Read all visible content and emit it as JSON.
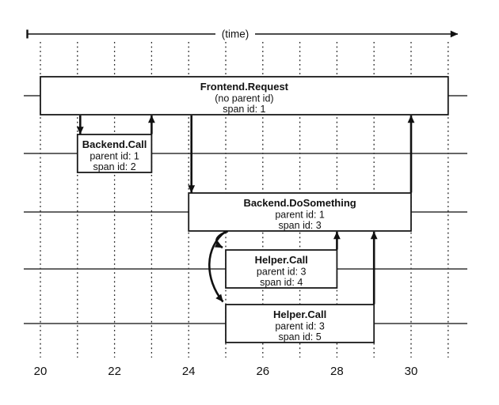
{
  "diagram": {
    "title_semantic": "trace-span-timeline",
    "axis": {
      "label": "(time)",
      "gridline_times": [
        20,
        21,
        22,
        23,
        24,
        25,
        26,
        27,
        28,
        29,
        30,
        31
      ],
      "tick_times": [
        20,
        22,
        24,
        26,
        28,
        30
      ],
      "tick_labels": [
        "20",
        "22",
        "24",
        "26",
        "28",
        "30"
      ]
    },
    "spans": [
      {
        "key": "frontend-request",
        "title": "Frontend.Request",
        "parent_line": "(no parent id)",
        "span_line": "span id: 1",
        "start": 20,
        "end": 31,
        "lane": 0
      },
      {
        "key": "backend-call",
        "title": "Backend.Call",
        "parent_line": "parent id: 1",
        "span_line": "span id: 2",
        "start": 21,
        "end": 23,
        "lane": 1
      },
      {
        "key": "backend-dosomething",
        "title": "Backend.DoSomething",
        "parent_line": "parent id: 1",
        "span_line": "span id: 3",
        "start": 24,
        "end": 30,
        "lane": 2
      },
      {
        "key": "helper-call-4",
        "title": "Helper.Call",
        "parent_line": "parent id: 3",
        "span_line": "span id: 4",
        "start": 25,
        "end": 28,
        "lane": 3
      },
      {
        "key": "helper-call-5",
        "title": "Helper.Call",
        "parent_line": "parent id: 3",
        "span_line": "span id: 5",
        "start": 25,
        "end": 29,
        "lane": 4
      }
    ],
    "arrows": [
      {
        "kind": "call",
        "style": "straight",
        "time": 21,
        "from_span": 0,
        "to_span": 1
      },
      {
        "kind": "return",
        "style": "straight",
        "time": 23,
        "from_span": 1,
        "to_span": 0
      },
      {
        "kind": "call",
        "style": "straight",
        "time": 24,
        "from_span": 0,
        "to_span": 2
      },
      {
        "kind": "call",
        "style": "curved",
        "time": 25,
        "from_span": 2,
        "to_span": 3
      },
      {
        "kind": "call",
        "style": "curved",
        "time": 25,
        "from_span": 2,
        "to_span": 4
      },
      {
        "kind": "return",
        "style": "straight",
        "time": 28,
        "from_span": 3,
        "to_span": 2
      },
      {
        "kind": "return",
        "style": "straight",
        "time": 29,
        "from_span": 4,
        "to_span": 2
      },
      {
        "kind": "return",
        "style": "straight",
        "time": 30,
        "from_span": 2,
        "to_span": 0
      }
    ],
    "colors": {
      "ink": "#111111",
      "lane_line": "#333333",
      "box_fill": "#ffffff",
      "background": "#ffffff"
    }
  }
}
